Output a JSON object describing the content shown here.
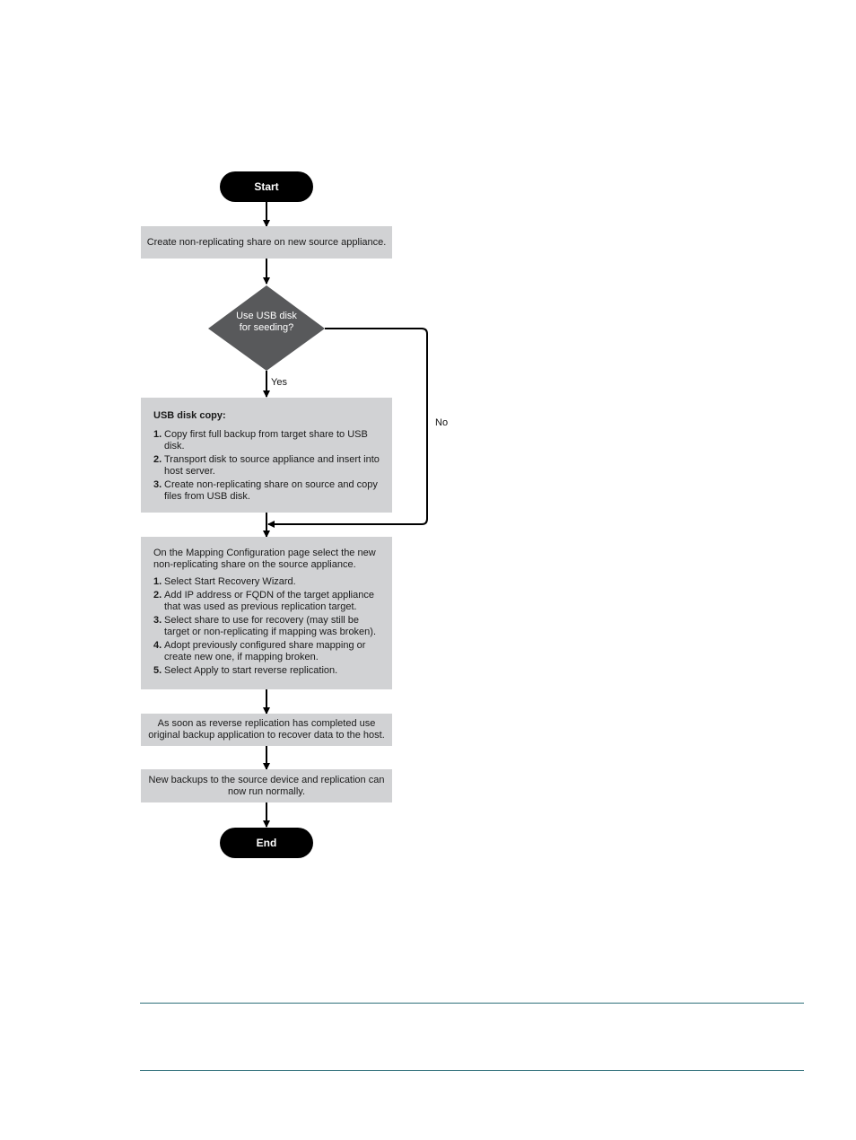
{
  "flowchart": {
    "start": "Start",
    "end": "End",
    "step_create_share": "Create non-replicating share on new source appliance.",
    "decision_line1": "Use USB disk",
    "decision_line2": "for seeding?",
    "label_yes": "Yes",
    "label_no": "No",
    "usb_copy": {
      "heading": "USB disk copy:",
      "steps": [
        {
          "num": "1.",
          "text": "Copy first full backup from target share to USB disk."
        },
        {
          "num": "2.",
          "text": "Transport disk to source appliance and insert into host server."
        },
        {
          "num": "3.",
          "text": "Create non-replicating share on source and copy files from USB disk."
        }
      ]
    },
    "mapping": {
      "intro": "On the Mapping Configuration page select the new non-replicating share on the source appliance.",
      "steps": [
        {
          "num": "1.",
          "text": "Select Start Recovery Wizard."
        },
        {
          "num": "2.",
          "text": "Add IP address or FQDN of the target appliance that was used as previous replication target."
        },
        {
          "num": "3.",
          "text": "Select share to use for recovery (may still be target or non-replicating if mapping was broken)."
        },
        {
          "num": "4.",
          "text": "Adopt previously configured share mapping or create new one, if mapping broken."
        },
        {
          "num": "5.",
          "text": "Select Apply to start reverse replication."
        }
      ]
    },
    "step_recover": "As soon as reverse replication has completed use original backup application to recover data to the host.",
    "step_normal": "New backups to the source device and replication can now run normally."
  },
  "colors": {
    "terminal": "#000000",
    "process_box": "#d1d2d4",
    "decision": "#58595b",
    "rule": "#2f6f7a"
  }
}
